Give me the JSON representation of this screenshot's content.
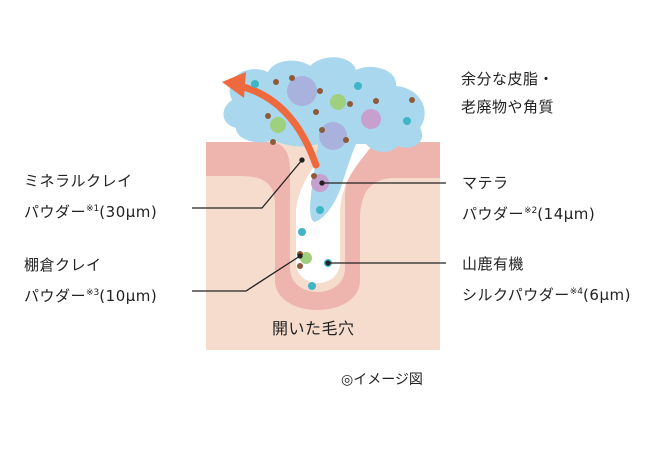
{
  "labels": {
    "dirt_line1": "余分な皮脂・",
    "dirt_line2": "老廃物や角質",
    "mineral_line1": "ミネラルクレイ",
    "mineral_line2": "パウダー",
    "mineral_note": "※1",
    "mineral_size": "(30µm)",
    "tana_line1": "棚倉クレイ",
    "tana_line2": "パウダー",
    "tana_note": "※3",
    "tana_size": "(10µm)",
    "matera_line1": "マテラ",
    "matera_line2": "パウダー",
    "matera_note": "※2",
    "matera_size": "(14µm)",
    "silk_line1": "山鹿有機",
    "silk_line2": "シルクパウダー",
    "silk_note": "※4",
    "silk_size": "(6µm)",
    "pore": "開いた毛穴",
    "caption": "◎イメージ図"
  },
  "colors": {
    "skin_base": "#f6dccd",
    "skin_band": "#eeb4ae",
    "pore_fill": "#ffffff",
    "dirt_cloud": "#a9d8ee",
    "arrow": "#ee6a3e",
    "mineral_particle": "#a9b2dc",
    "tana_particle": "#9fd07e",
    "matera_particle": "#c6a1d0",
    "silk_particle": "#3fb6c6",
    "sebum_dot": "#8e5a3a",
    "leader_line": "#222222"
  }
}
